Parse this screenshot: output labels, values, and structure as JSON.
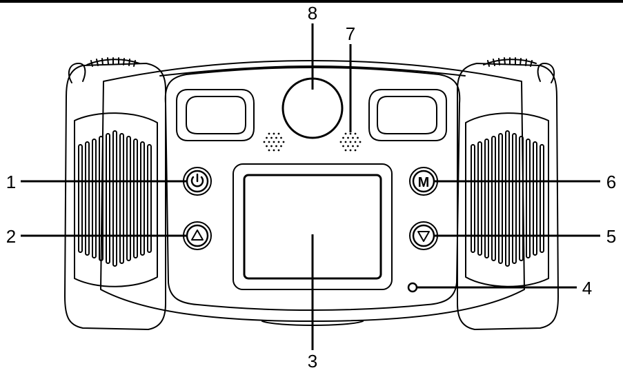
{
  "diagram": {
    "callouts": [
      {
        "id": "1",
        "label": "1",
        "part": "power-button-icon"
      },
      {
        "id": "2",
        "label": "2",
        "part": "up-button-icon"
      },
      {
        "id": "3",
        "label": "3",
        "part": "lcd-screen"
      },
      {
        "id": "4",
        "label": "4",
        "part": "indicator-led"
      },
      {
        "id": "5",
        "label": "5",
        "part": "down-button-icon"
      },
      {
        "id": "6",
        "label": "6",
        "part": "mode-button-icon"
      },
      {
        "id": "7",
        "label": "7",
        "part": "microphone-grille"
      },
      {
        "id": "8",
        "label": "8",
        "part": "camera-lens"
      }
    ],
    "mode_button_glyph": "M",
    "colors": {
      "line": "#000000",
      "fill": "#ffffff"
    }
  }
}
